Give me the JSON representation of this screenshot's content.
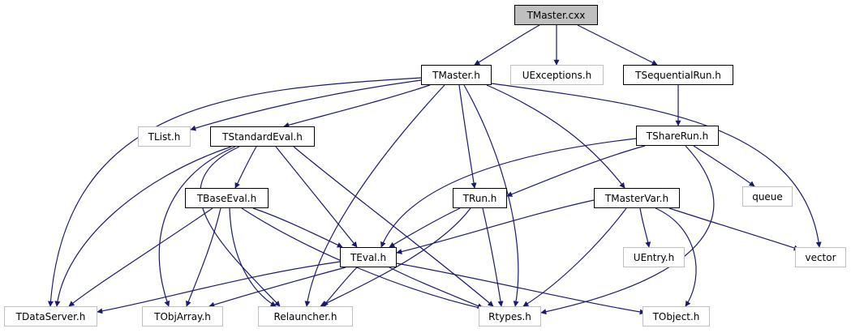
{
  "title": "TMaster.cxx include dependency graph",
  "colors": {
    "edge": "#191970",
    "root_fill": "#bfbfbf",
    "external_border": "#bfbfbf",
    "local_border": "#000000"
  },
  "nodes": [
    {
      "id": "tmaster_cxx",
      "label": "TMaster.cxx",
      "kind": "root"
    },
    {
      "id": "tmaster_h",
      "label": "TMaster.h",
      "kind": "local"
    },
    {
      "id": "uexceptions_h",
      "label": "UExceptions.h",
      "kind": "external"
    },
    {
      "id": "tsequentialrun_h",
      "label": "TSequentialRun.h",
      "kind": "local"
    },
    {
      "id": "tlist_h",
      "label": "TList.h",
      "kind": "external"
    },
    {
      "id": "tstandardeval_h",
      "label": "TStandardEval.h",
      "kind": "local"
    },
    {
      "id": "tsharerun_h",
      "label": "TShareRun.h",
      "kind": "local"
    },
    {
      "id": "tbaseeval_h",
      "label": "TBaseEval.h",
      "kind": "local"
    },
    {
      "id": "trun_h",
      "label": "TRun.h",
      "kind": "local"
    },
    {
      "id": "tmastervar_h",
      "label": "TMasterVar.h",
      "kind": "local"
    },
    {
      "id": "queue",
      "label": "queue",
      "kind": "external"
    },
    {
      "id": "teval_h",
      "label": "TEval.h",
      "kind": "local"
    },
    {
      "id": "uentry_h",
      "label": "UEntry.h",
      "kind": "external"
    },
    {
      "id": "vector",
      "label": "vector",
      "kind": "external"
    },
    {
      "id": "tdataserver_h",
      "label": "TDataServer.h",
      "kind": "external"
    },
    {
      "id": "tobjarray_h",
      "label": "TObjArray.h",
      "kind": "external"
    },
    {
      "id": "relauncher_h",
      "label": "Relauncher.h",
      "kind": "external"
    },
    {
      "id": "rtypes_h",
      "label": "Rtypes.h",
      "kind": "external"
    },
    {
      "id": "tobject_h",
      "label": "TObject.h",
      "kind": "external"
    }
  ],
  "edges": [
    [
      "tmaster_cxx",
      "tmaster_h"
    ],
    [
      "tmaster_cxx",
      "uexceptions_h"
    ],
    [
      "tmaster_cxx",
      "tsequentialrun_h"
    ],
    [
      "tmaster_h",
      "tlist_h"
    ],
    [
      "tmaster_h",
      "tstandardeval_h"
    ],
    [
      "tmaster_h",
      "tdataserver_h"
    ],
    [
      "tmaster_h",
      "trun_h"
    ],
    [
      "tmaster_h",
      "tmastervar_h"
    ],
    [
      "tmaster_h",
      "relauncher_h"
    ],
    [
      "tmaster_h",
      "rtypes_h"
    ],
    [
      "tmaster_h",
      "vector"
    ],
    [
      "tsequentialrun_h",
      "tsharerun_h"
    ],
    [
      "tstandardeval_h",
      "tbaseeval_h"
    ],
    [
      "tstandardeval_h",
      "teval_h"
    ],
    [
      "tstandardeval_h",
      "tdataserver_h"
    ],
    [
      "tstandardeval_h",
      "tobjarray_h"
    ],
    [
      "tstandardeval_h",
      "relauncher_h"
    ],
    [
      "tstandardeval_h",
      "rtypes_h"
    ],
    [
      "tsharerun_h",
      "trun_h"
    ],
    [
      "tsharerun_h",
      "teval_h"
    ],
    [
      "tsharerun_h",
      "queue"
    ],
    [
      "tsharerun_h",
      "rtypes_h"
    ],
    [
      "tbaseeval_h",
      "teval_h"
    ],
    [
      "tbaseeval_h",
      "tdataserver_h"
    ],
    [
      "tbaseeval_h",
      "tobjarray_h"
    ],
    [
      "tbaseeval_h",
      "relauncher_h"
    ],
    [
      "tbaseeval_h",
      "rtypes_h"
    ],
    [
      "trun_h",
      "teval_h"
    ],
    [
      "trun_h",
      "relauncher_h"
    ],
    [
      "trun_h",
      "rtypes_h"
    ],
    [
      "tmastervar_h",
      "teval_h"
    ],
    [
      "tmastervar_h",
      "uentry_h"
    ],
    [
      "tmastervar_h",
      "vector"
    ],
    [
      "tmastervar_h",
      "rtypes_h"
    ],
    [
      "tmastervar_h",
      "tobject_h"
    ],
    [
      "teval_h",
      "tdataserver_h"
    ],
    [
      "teval_h",
      "tobjarray_h"
    ],
    [
      "teval_h",
      "relauncher_h"
    ],
    [
      "teval_h",
      "rtypes_h"
    ],
    [
      "teval_h",
      "tobject_h"
    ]
  ]
}
